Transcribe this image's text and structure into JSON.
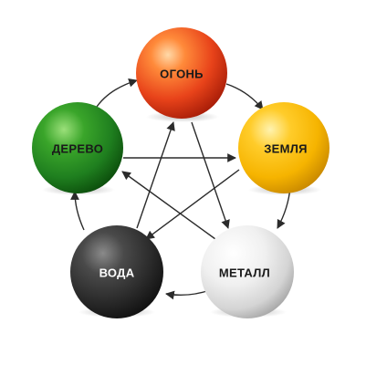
{
  "elements": {
    "fire": {
      "label": "ОГОНЬ",
      "color": "#e8431a",
      "text_color": "#1a1a1a"
    },
    "earth": {
      "label": "ЗЕМЛЯ",
      "color": "#f6b400",
      "text_color": "#1a1a1a"
    },
    "metal": {
      "label": "МЕТАЛЛ",
      "color": "#e6e6e6",
      "text_color": "#1a1a1a"
    },
    "water": {
      "label": "ВОДА",
      "color": "#333333",
      "text_color": "#ffffff"
    },
    "wood": {
      "label": "ДЕРЕВО",
      "color": "#1f7f1f",
      "text_color": "#1a1a1a"
    }
  },
  "cycles": {
    "generating": [
      "wood",
      "fire",
      "earth",
      "metal",
      "water"
    ],
    "controlling": [
      "wood",
      "earth",
      "water",
      "fire",
      "metal"
    ]
  },
  "arrow_color": "#2b2b2b"
}
